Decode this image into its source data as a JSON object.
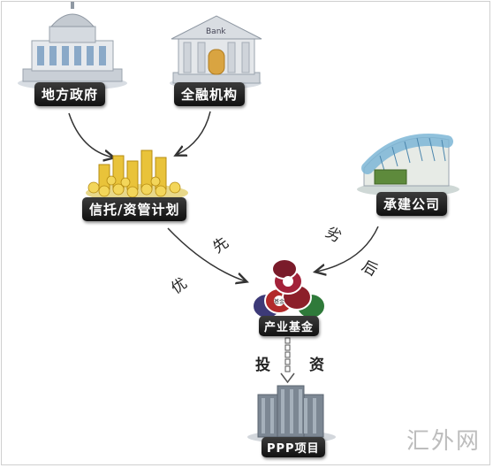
{
  "nodes": {
    "local_government": "地方政府",
    "financial_institution": "全融机构",
    "trust_plan": "信托/资管计划",
    "contractor": "承建公司",
    "industry_fund": "产业基金",
    "ppp_project": "PPP项目"
  },
  "icons": {
    "bank_sign": "Bank",
    "chip_text": "基金"
  },
  "edges": {
    "priority": [
      "优",
      "先"
    ],
    "subordinate": [
      "劣",
      "后"
    ],
    "invest": [
      "投",
      "资"
    ]
  },
  "watermark": "汇外网"
}
